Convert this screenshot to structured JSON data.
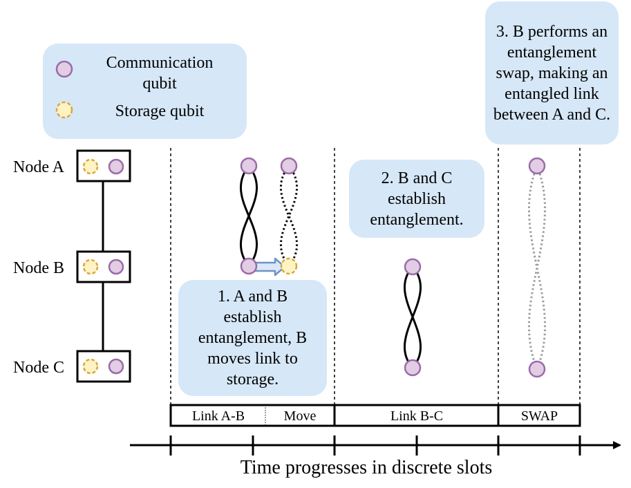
{
  "legend": {
    "communication_line1": "Communication",
    "communication_line2": "qubit",
    "storage": "Storage qubit"
  },
  "nodes": [
    "Node A",
    "Node B",
    "Node C"
  ],
  "callouts": {
    "step1": [
      "1. A and B",
      "establish",
      "entanglement, B",
      "moves link to",
      "storage."
    ],
    "step2": [
      "2. B and C",
      "establish",
      "entanglement."
    ],
    "step3": [
      "3. B performs an",
      "entanglement",
      "swap, making an",
      "entangled link",
      "between A and C."
    ]
  },
  "slots": [
    "Link A-B",
    "Move",
    "Link B-C",
    "SWAP"
  ],
  "axis_label": "Time progresses in discrete slots",
  "colors": {
    "callout_fill": "#d6e7f7",
    "comm_qubit_fill": "#e2cde4",
    "comm_qubit_stroke": "#9b6aa8",
    "storage_qubit_fill": "#fff2c4",
    "storage_qubit_stroke": "#d7a93a",
    "arrow_fill": "#dbe8f7",
    "arrow_stroke": "#6f93c4",
    "swap_link": "#9c9c9c"
  }
}
